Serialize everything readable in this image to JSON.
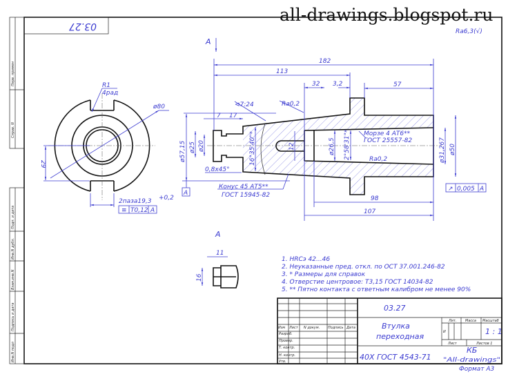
{
  "watermark": "all-drawings.blogspot.ru",
  "roughness_general": "Ra6,3(√)",
  "stamp_top": "03.27",
  "side_strip": [
    "Перв. примен",
    "Справ. N",
    "Подп. и дата",
    "Инв.N дубл.",
    "Взам.инв.N",
    "Подпись и дата",
    "Инв.N подл"
  ],
  "end_view": {
    "r": "R1",
    "r_note": "4рад",
    "dia": "ø80",
    "dim29": "29",
    "slots": "2паза19,3",
    "slots_tol": "+0,2",
    "sym_sym": "≡",
    "sym_tol": "T0,12",
    "sym_datum": "A"
  },
  "section": {
    "view_label": "A",
    "d182": "182",
    "d113": "113",
    "d32": "32",
    "d3_2": "3,2",
    "d57": "57",
    "d7": "7",
    "d17": "17",
    "d57_15": "ø57,15",
    "d25": "ø25",
    "d20": "ø20",
    "angle1": "16°35'40\"*",
    "d12": "12",
    "d26_5": "ø26,5",
    "angle2": "2°58'31\"*",
    "d31_267": "ø31,267",
    "d50": "ø50",
    "d98": "98",
    "d107": "107",
    "chamfer": "0,8x45°",
    "taper": "⊲7:24",
    "ra1": "Ra0,2",
    "ra2": "Ra0,2",
    "morse1": "Морзе 4 АТ6**",
    "morse2": "ГОСТ 25557-82",
    "cone1": "Конус 45 АТ5**",
    "cone2": "ГОСТ 15945-82",
    "datum": "A",
    "runout_sym": "↗",
    "runout_tol": "0,005",
    "runout_datum": "A"
  },
  "view_a": {
    "label": "A",
    "d11": "11",
    "d16": "16"
  },
  "notes": [
    "1. HRCэ 42...46",
    "2. Неуказанные пред. откл. по ОСТ 37.001.246-82",
    "3. * Размеры для справок",
    "4. Отверстие центровое: Т3,15 ГОСТ 14034-82",
    "5. ** Пятно контакта с ответным калибром не менее 90%"
  ],
  "title_block": {
    "designation": "03.27",
    "name1": "Втулка",
    "name2": "переходная",
    "material": "40Х ГОСТ 4543-71",
    "hdr": [
      "Изм",
      "Лист",
      "N докум.",
      "Подпись",
      "Дата"
    ],
    "roles": [
      "Разраб.",
      "Провер.",
      "Т. контр.",
      "Н. контр.",
      "Утв."
    ],
    "lit": "Лит.",
    "mass": "Масса",
    "scale": "Масштаб",
    "lit_val": "И",
    "scale_val": "1 : 1",
    "sheet": "Лист",
    "sheets": "Листов 1",
    "org1": "КБ",
    "org2": "\"All-drawings\"",
    "format": "Формат А3"
  }
}
